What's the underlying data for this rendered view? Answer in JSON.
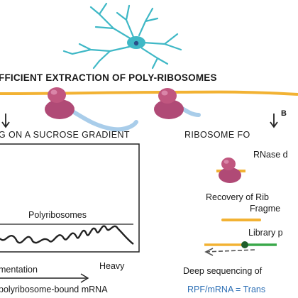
{
  "colors": {
    "ribosome": "#b04a76",
    "ribosome_highlight": "#d985a8",
    "mrna": "#f2b233",
    "ribo_tail": "#a9cdea",
    "neuron": "#3fb8c6",
    "green_read": "#3aa84a",
    "accent_blue": "#2d6fb5"
  },
  "header": {
    "title": "FFICIENT EXTRACTION OF POLY-RIBOSOMES"
  },
  "left_panel": {
    "step_label": "G ON A SUCROSE GRADIENT",
    "polyribosomes_label": "Polyribosomes",
    "heavy_label": "Heavy",
    "sedimentation_label": "mentation",
    "bottom_label": "polyribosome-bound mRNA"
  },
  "right_panel": {
    "panel_letter": "B",
    "step_label": "RIBOSOME FO",
    "rnase_label": "RNase d",
    "recovery_label_1": "Recovery of Rib",
    "recovery_label_2": "Fragme",
    "library_label": "Library p",
    "deep_seq_label": "Deep sequencing of",
    "formula_label": "RPF/mRNA = Trans"
  },
  "icons": {
    "arrow_left": "down-arrow-icon",
    "arrow_right": "down-arrow-icon",
    "neuron": "neuron-icon"
  }
}
